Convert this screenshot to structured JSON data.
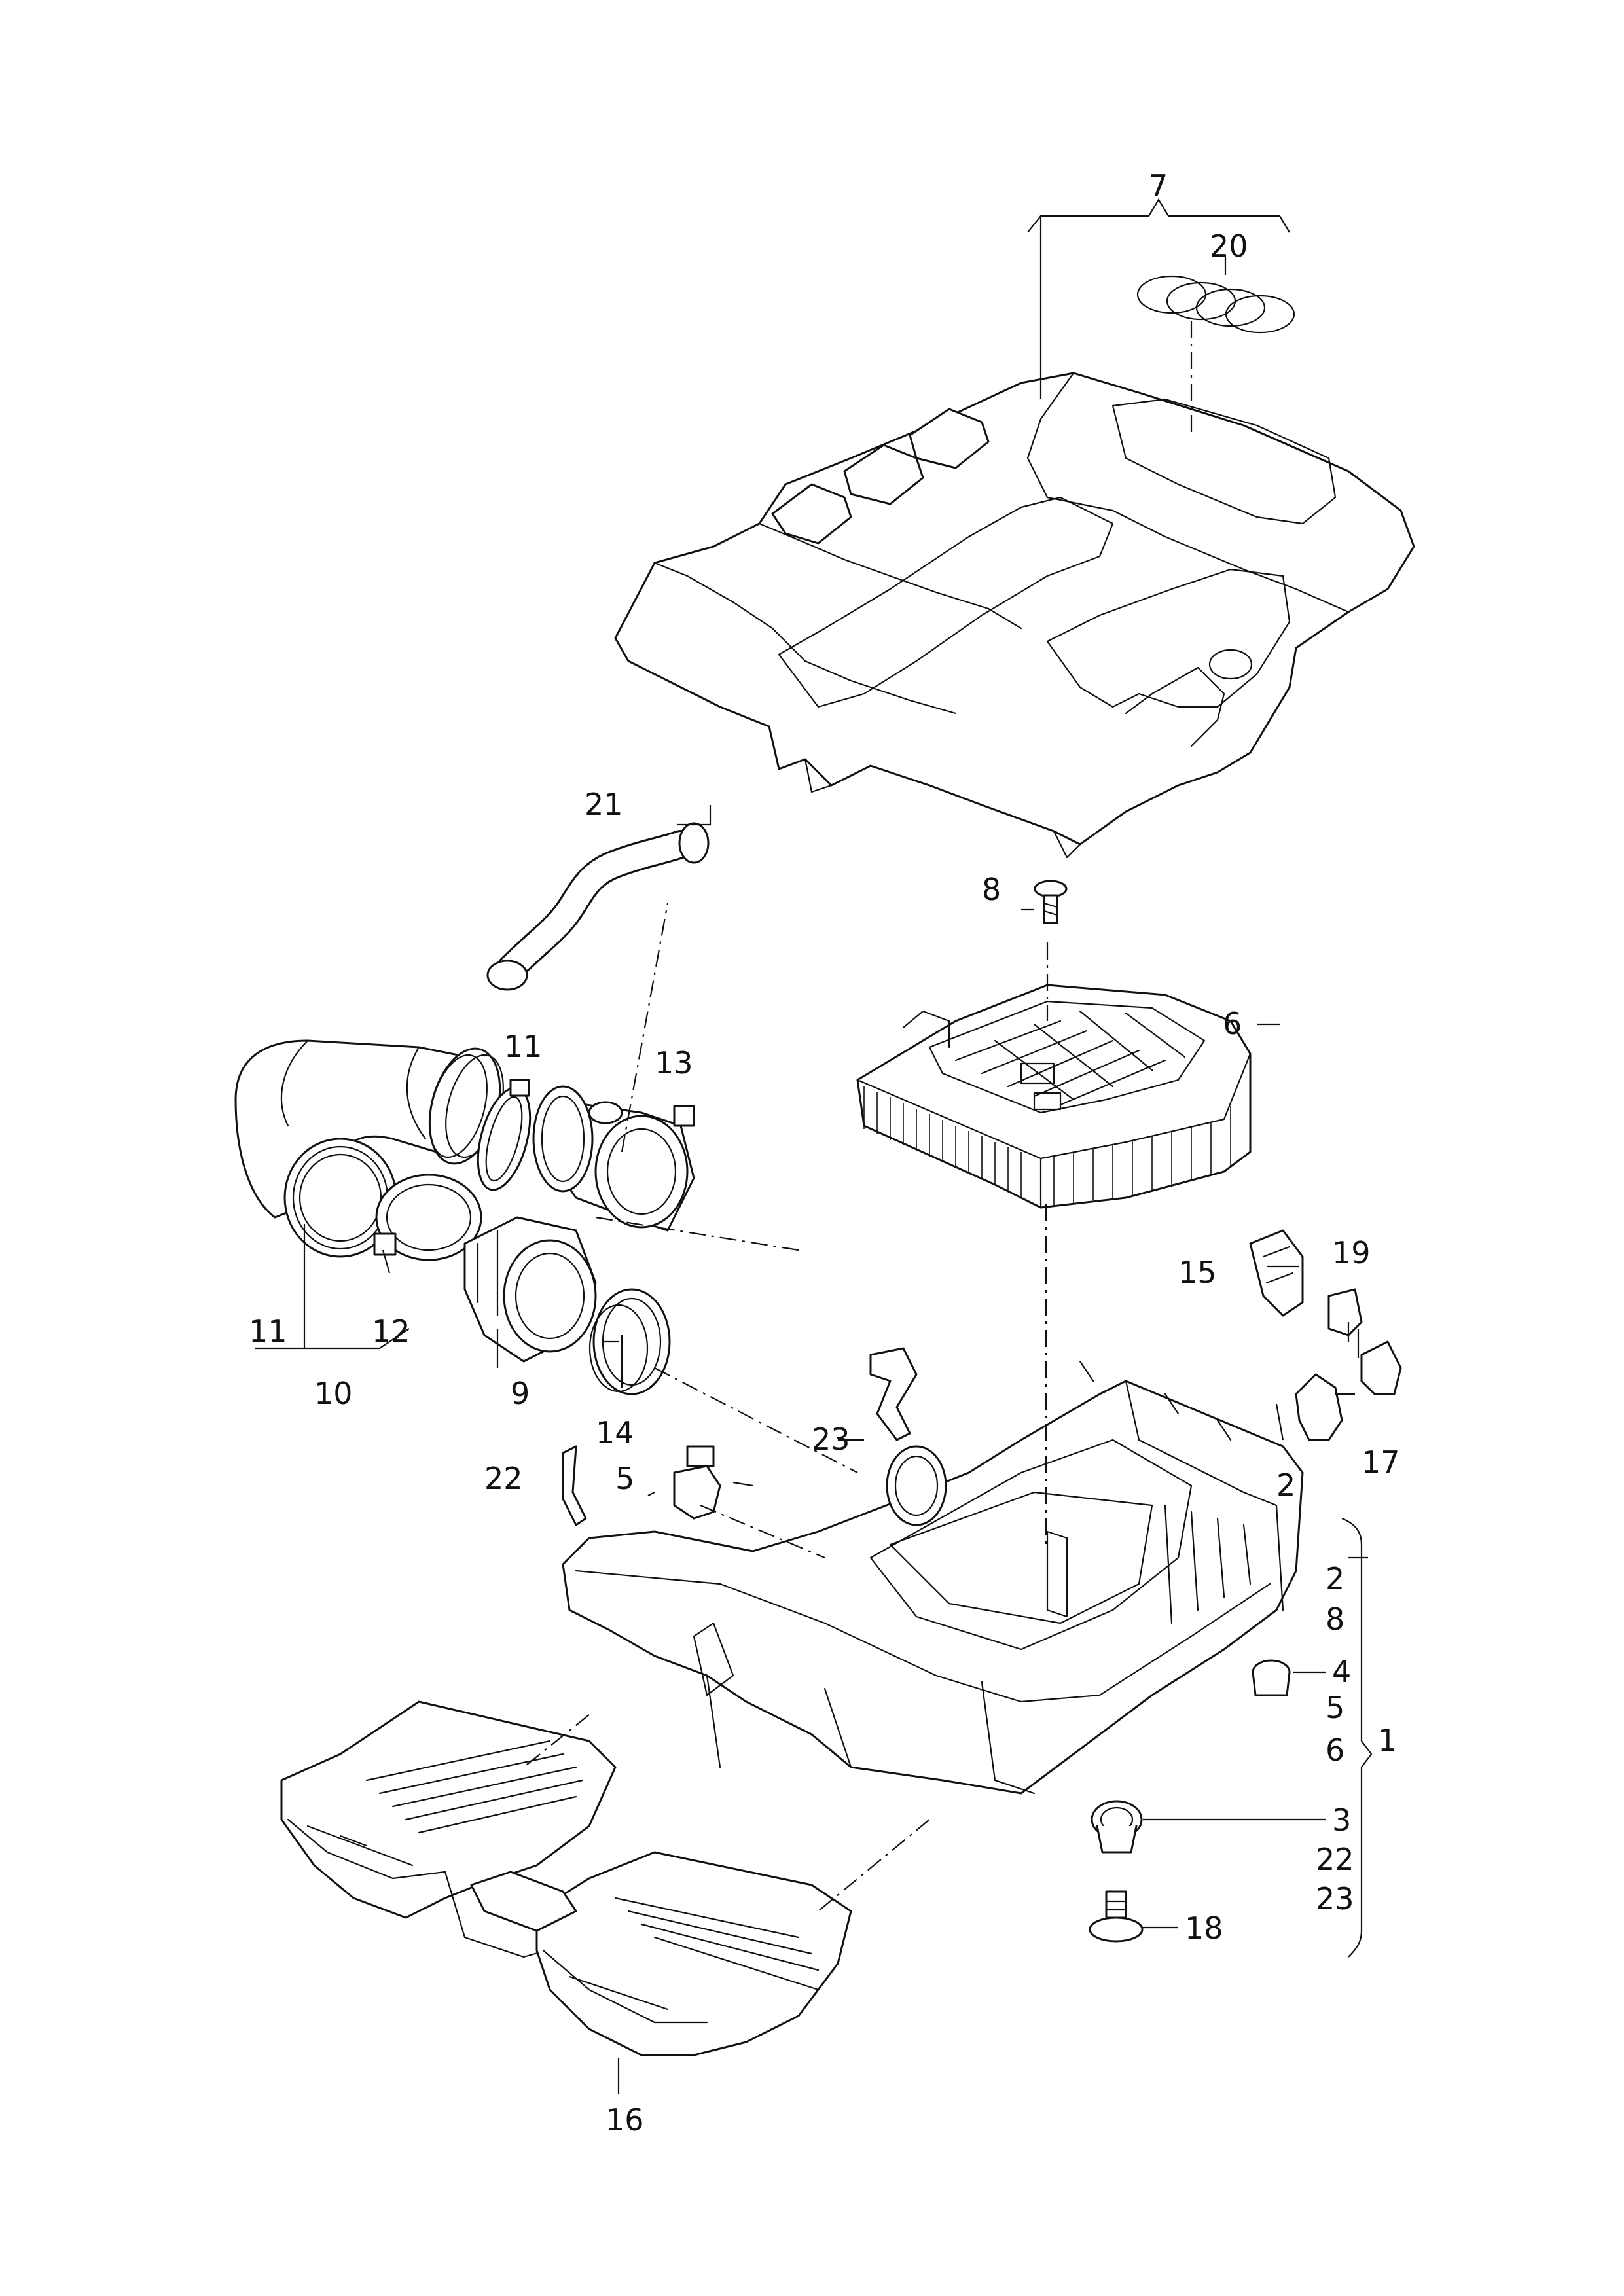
{
  "diagram": {
    "callouts": {
      "c1": "1",
      "c2": "2",
      "c2b": "2",
      "c3": "3",
      "c4": "4",
      "c4b": "4",
      "c5": "5",
      "c5b": "5",
      "c6": "6",
      "c6b": "6",
      "c7": "7",
      "c8": "8",
      "c8b": "8",
      "c9": "9",
      "c10": "10",
      "c11a": "11",
      "c11b": "11",
      "c12": "12",
      "c13": "13",
      "c14": "14",
      "c15": "15",
      "c16": "16",
      "c17": "17",
      "c18": "18",
      "c19": "19",
      "c20": "20",
      "c21": "21",
      "c22": "22",
      "c22b": "22",
      "c23": "23",
      "c23b": "23",
      "c3b": "3",
      "c2c": "2"
    }
  }
}
